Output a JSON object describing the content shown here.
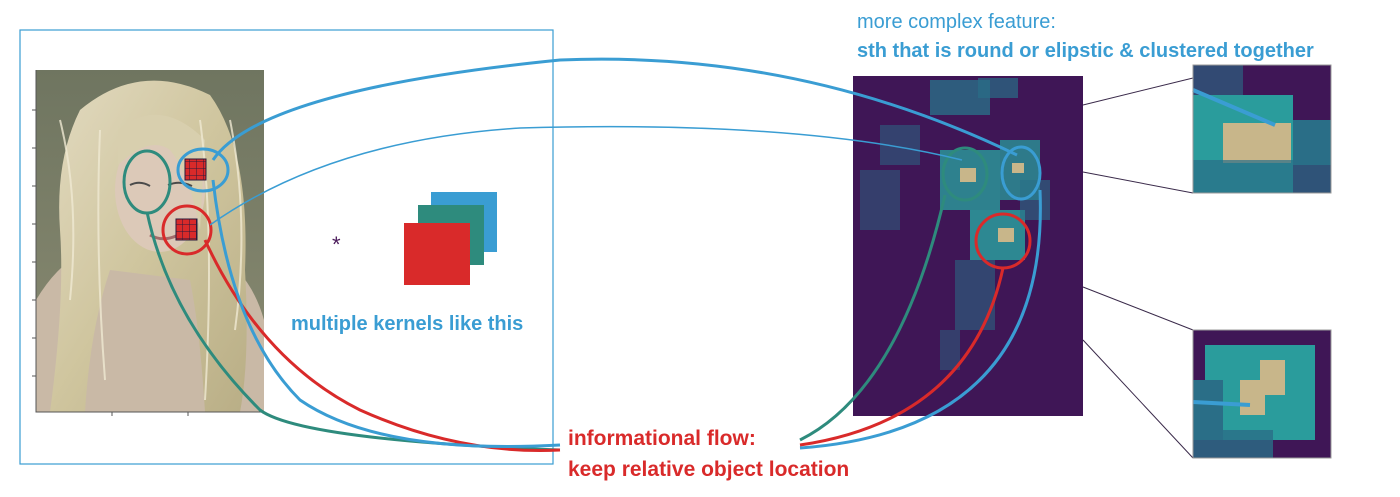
{
  "kernel_note": "multiple kernels like this",
  "operator_symbol": "*",
  "feature_map": {
    "title": "more complex feature:",
    "description": "sth that is round or elipstic & clustered together"
  },
  "flow_note": {
    "line1": "informational flow:",
    "line2": "keep relative object location"
  },
  "colors": {
    "teal": "#2e8b7d",
    "blue": "#3a9dd3",
    "red": "#d92a2a",
    "feature_background": "#3f1656",
    "feature_cyan": "#2a9c9c",
    "feature_highlight": "#c8b68a"
  }
}
